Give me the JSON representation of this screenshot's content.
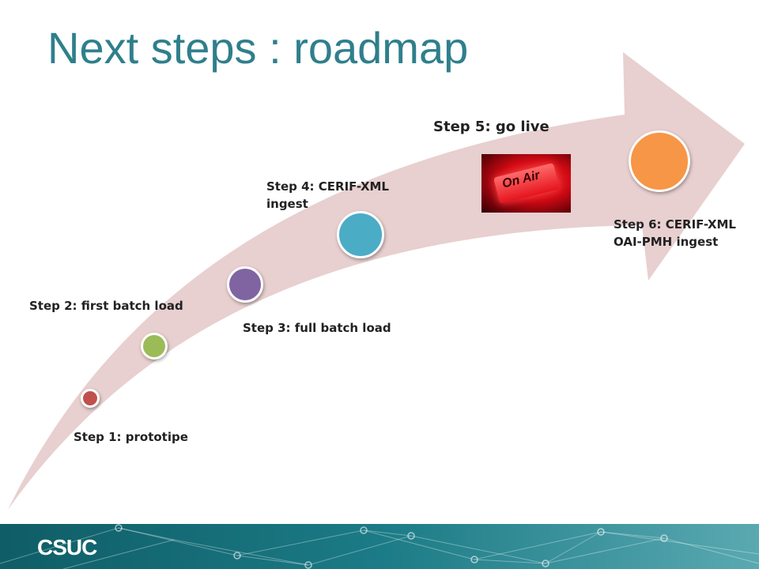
{
  "slide": {
    "title": "Next steps : roadmap"
  },
  "steps": [
    {
      "label": "Step 1: prototipe",
      "color": "#c0504d"
    },
    {
      "label": "Step 2: first batch load",
      "color": "#9bbb59"
    },
    {
      "label": "Step 3: full batch load",
      "color": "#8064a2"
    },
    {
      "label": "Step 4: CERIF-XML\ningest",
      "color": "#4bacc6"
    },
    {
      "label": "Step 5: go live",
      "image_caption": "On Air"
    },
    {
      "label": "Step 6: CERIF-XML\nOAI-PMH ingest",
      "color": "#f79646"
    }
  ],
  "arrow": {
    "color": "#e8cfd0"
  },
  "footer": {
    "logo_text": "CSUC"
  }
}
